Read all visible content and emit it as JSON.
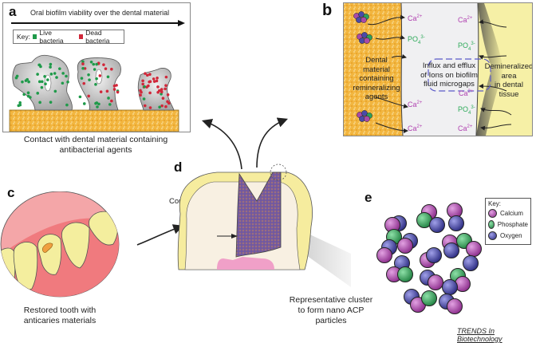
{
  "panels": {
    "a": {
      "label": "a",
      "header": "Oral biofilm viability over the dental material",
      "key": {
        "title": "Key:",
        "items": [
          {
            "label": "Live bacteria",
            "color": "#1f9a4a"
          },
          {
            "label": "Dead bacteria",
            "color": "#d0283a"
          }
        ]
      },
      "caption_line1": "Contact with dental material containing",
      "caption_line2": "antibacterial agents"
    },
    "b": {
      "label": "b",
      "left_region": [
        "Dental",
        "material",
        "containing",
        "remineralizing",
        "agents"
      ],
      "center_text": [
        "Influx and efflux",
        "of Ions on biofilm",
        "fluid microgaps"
      ],
      "right_region": [
        "Demineralized",
        "area",
        "in dental",
        "tissue"
      ],
      "ions_left": [
        {
          "base": "Ca",
          "sup": "2+",
          "color": "#b040b0"
        },
        {
          "base": "PO",
          "sub": "4",
          "sup": "3-",
          "color": "#2eaa5a"
        },
        {
          "base": "Ca",
          "sup": "2+",
          "color": "#b040b0"
        },
        {
          "base": "Ca",
          "sup": "2+",
          "color": "#b040b0"
        }
      ],
      "ions_right": [
        {
          "base": "Ca",
          "sup": "2+",
          "color": "#b040b0"
        },
        {
          "base": "PO",
          "sub": "4",
          "sup": "3-",
          "color": "#2eaa5a"
        },
        {
          "base": "Ca",
          "sup": "2+",
          "color": "#b040b0"
        },
        {
          "base": "PO",
          "sub": "4",
          "sup": "3-",
          "color": "#2eaa5a"
        },
        {
          "base": "Ca",
          "sup": "2+",
          "color": "#b040b0"
        }
      ]
    },
    "c": {
      "label": "c",
      "caption_line1": "Restored tooth with",
      "caption_line2": "anticaries materials"
    },
    "d": {
      "label": "d",
      "composite_label": "Composite"
    },
    "e": {
      "label": "e",
      "key": {
        "title": "Key:",
        "items": [
          {
            "label": "Calcium",
            "color": "#a84aa8"
          },
          {
            "label": "Phosphate",
            "color": "#2fa05a"
          },
          {
            "label": "Oxygen",
            "color": "#4a4aa8"
          }
        ]
      },
      "caption_line1": "Representative cluster",
      "caption_line2": "to form nano ACP",
      "caption_line3": "particles"
    }
  },
  "footer": "TRENDS In Biotechnology"
}
